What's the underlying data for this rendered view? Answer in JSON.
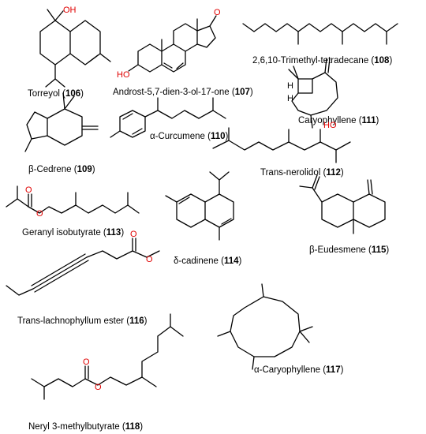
{
  "compounds": [
    {
      "name": "Torreyol",
      "number": "106"
    },
    {
      "name": "Androst-5,7-dien-3-ol-17-one",
      "number": "107"
    },
    {
      "name": "2,6,10-Trimethyl-tetradecane",
      "number": "108"
    },
    {
      "name": "β-Cedrene",
      "number": "109"
    },
    {
      "name": "α-Curcumene",
      "number": "110"
    },
    {
      "name": "Caryophyllene",
      "number": "111"
    },
    {
      "name": "Trans-nerolidol",
      "number": "112"
    },
    {
      "name": "Geranyl isobutyrate",
      "number": "113"
    },
    {
      "name": "δ-cadinene",
      "number": "114"
    },
    {
      "name": "β-Eudesmene",
      "number": "115"
    },
    {
      "name": "Trans-lachnophyllum ester",
      "number": "116"
    },
    {
      "name": "α-Caryophyllene",
      "number": "117"
    },
    {
      "name": "Neryl 3-methylbutyrate",
      "number": "118"
    }
  ],
  "atoms": {
    "oh": "OH",
    "ho": "HO",
    "o": "O",
    "h": "H"
  },
  "colors": {
    "oxygen": "#e00000",
    "bond": "#000000"
  }
}
